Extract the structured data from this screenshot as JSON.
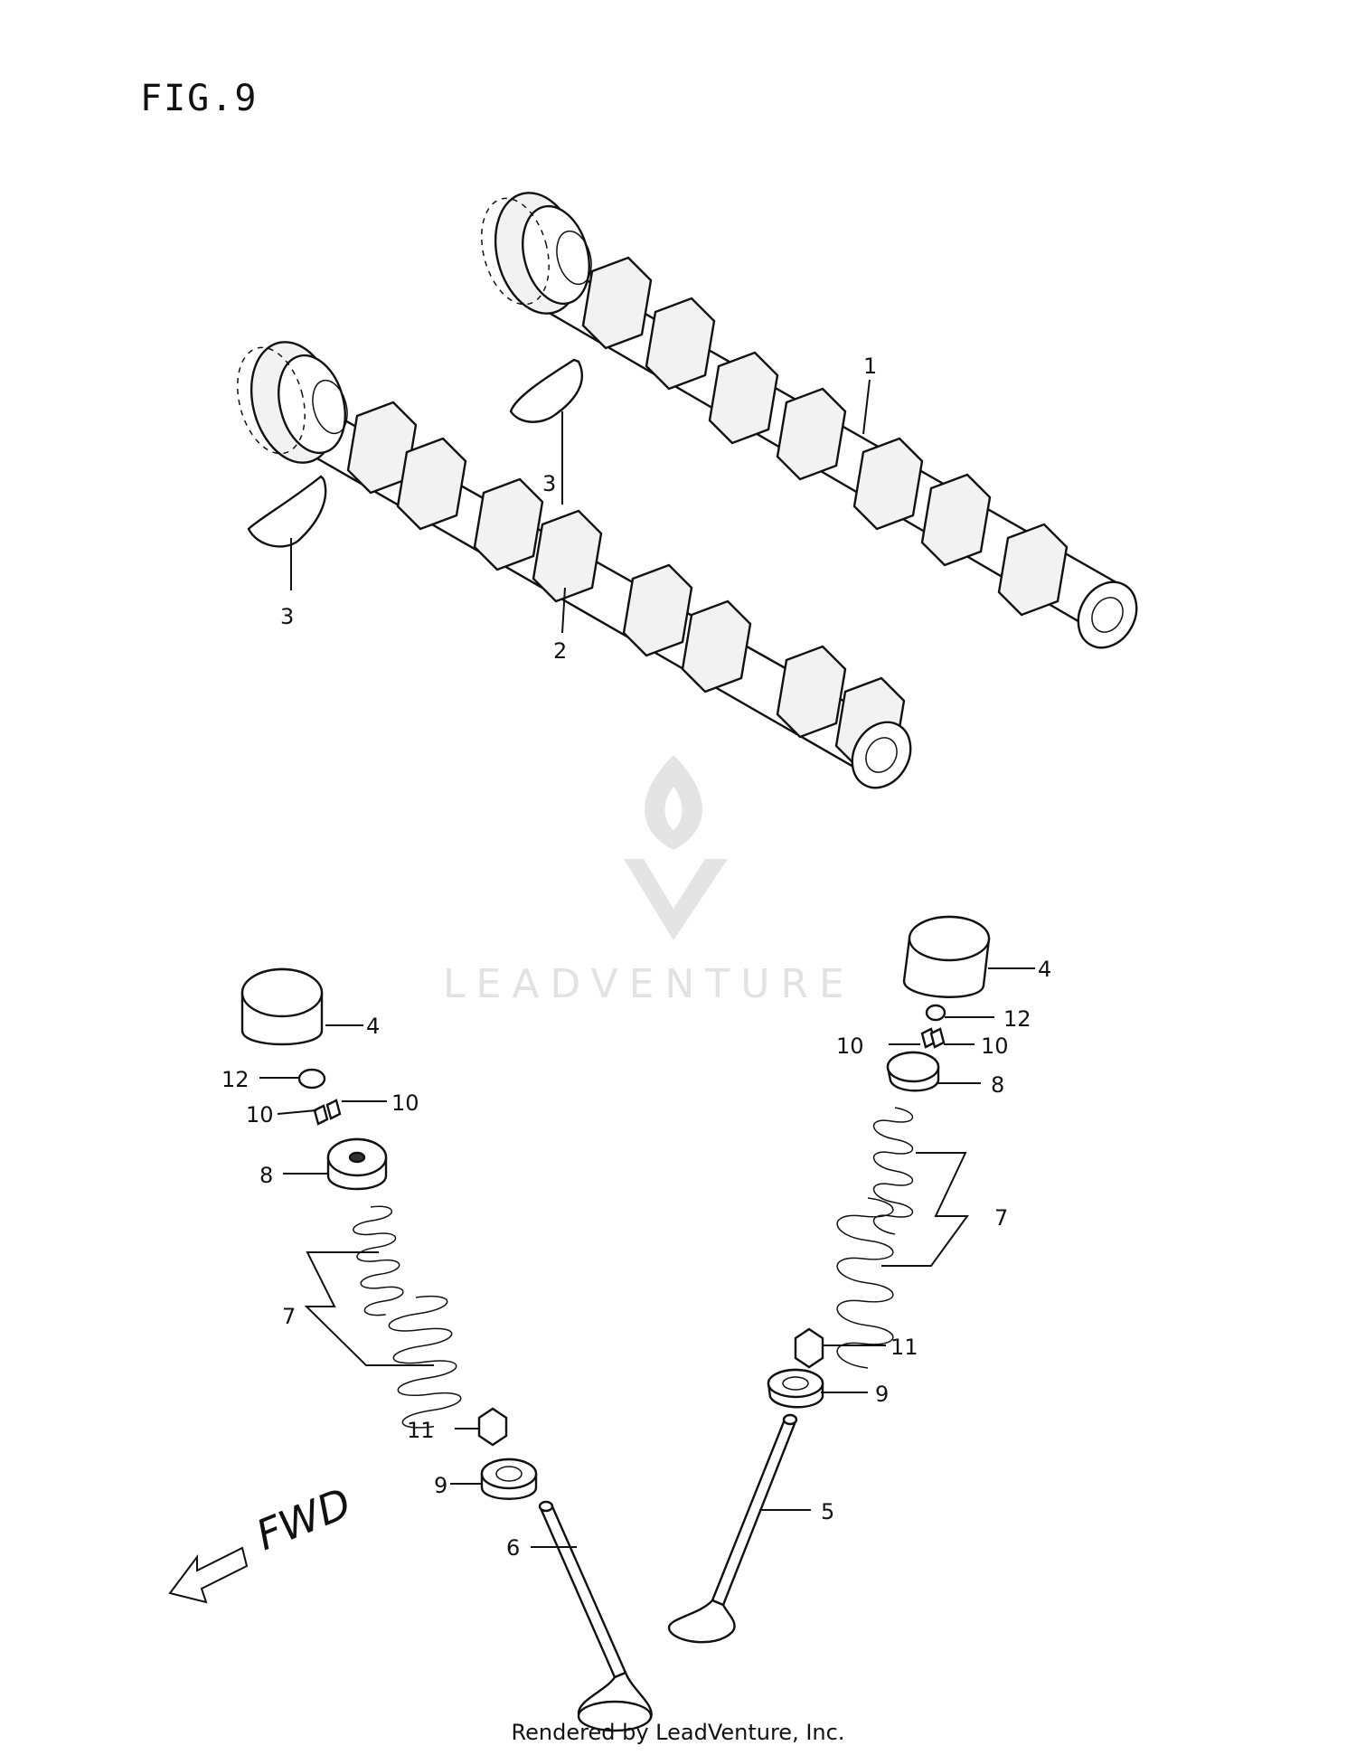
{
  "figure_label": "FIG.9",
  "direction_label": "FWD",
  "watermark_text": "LEADVENTURE",
  "footer_text": "Rendered by LeadVenture, Inc.",
  "callouts": {
    "c1": "1",
    "c2": "2",
    "c3a": "3",
    "c3b": "3",
    "c4a": "4",
    "c4b": "4",
    "c5": "5",
    "c6": "6",
    "c7a": "7",
    "c7b": "7",
    "c8a": "8",
    "c8b": "8",
    "c9a": "9",
    "c9b": "9",
    "c10a": "10",
    "c10b": "10",
    "c10c": "10",
    "c10d": "10",
    "c11a": "11",
    "c11b": "11",
    "c12a": "12",
    "c12b": "12"
  },
  "colors": {
    "ink": "#111111",
    "watermark": "#e4e4e4"
  }
}
